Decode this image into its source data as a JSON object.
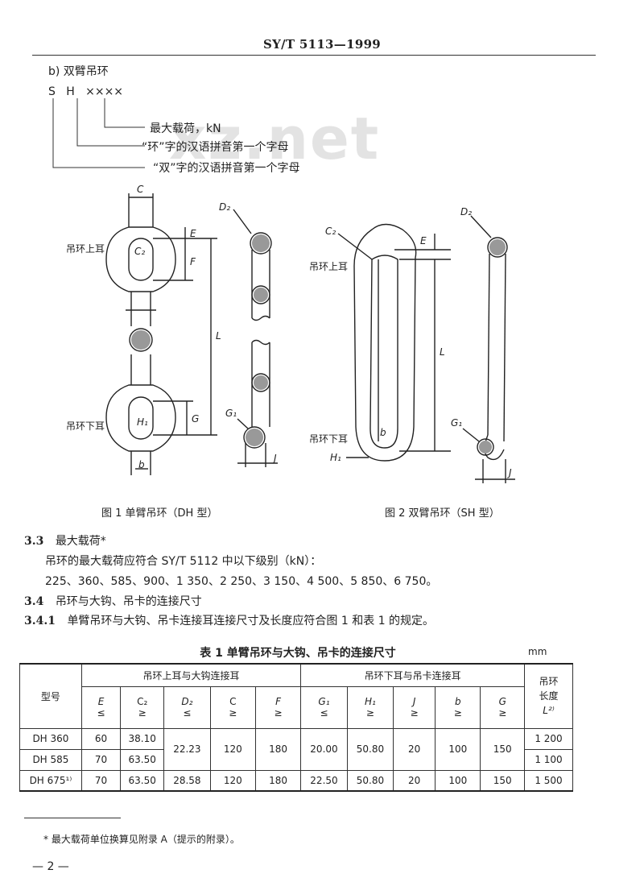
{
  "header": "SY/T 5113—1999",
  "watermark": "xz.net",
  "section_b": {
    "title": "b) 双臂吊环",
    "code": "S   H   ××××",
    "legend": [
      "最大载荷，kN",
      "“环”字的汉语拼音第一个字母",
      "“双”字的汉语拼音第一个字母"
    ]
  },
  "fig1": {
    "caption": "图 1   单臂吊环（DH 型）",
    "labels": {
      "upper": "吊环上耳",
      "lower": "吊环下耳",
      "c": "C",
      "E": "E",
      "F": "F",
      "C2": "C₂",
      "L": "L",
      "G": "G",
      "H1": "H₁",
      "b": "b",
      "D2": "D₂",
      "G1": "G₁",
      "J": "J"
    }
  },
  "fig2": {
    "caption": "图 2   双臂吊环（SH 型）",
    "labels": {
      "C2": "C₂",
      "upper": "吊环上耳",
      "E": "E",
      "L": "L",
      "lower": "吊环下耳",
      "b": "b",
      "H1": "H₁",
      "D2": "D₂",
      "G1": "G₁",
      "J": "J"
    }
  },
  "s33": {
    "num": "3.3",
    "title": "最大载荷*",
    "line1": "吊环的最大载荷应符合 SY/T 5112 中以下级别（kN）：",
    "line2": "225、360、585、900、1 350、2 250、3 150、4 500、5 850、6 750。"
  },
  "s34": {
    "num": "3.4",
    "title": "吊环与大钩、吊卡的连接尺寸"
  },
  "s341": {
    "num": "3.4.1",
    "text": "单臂吊环与大钩、吊卡连接耳连接尺寸及长度应符合图 1 和表 1 的规定。"
  },
  "table": {
    "title": "表 1   单臂吊环与大钩、吊卡的连接尺寸",
    "unit": "mm",
    "col_model": "型号",
    "group1": "吊环上耳与大钩连接耳",
    "group2": "吊环下耳与吊卡连接耳",
    "col_length": [
      "吊环",
      "长度",
      "L²⁾"
    ],
    "cols": [
      {
        "name": "E",
        "op": "≤"
      },
      {
        "name": "C₂",
        "op": "≥"
      },
      {
        "name": "D₂",
        "op": "≤"
      },
      {
        "name": "C",
        "op": "≥"
      },
      {
        "name": "F",
        "op": "≥"
      },
      {
        "name": "G₁",
        "op": "≤"
      },
      {
        "name": "H₁",
        "op": "≥"
      },
      {
        "name": "J",
        "op": "≥"
      },
      {
        "name": "b",
        "op": "≥"
      },
      {
        "name": "G",
        "op": "≥"
      }
    ],
    "rows": [
      {
        "model": "DH 360",
        "E": "60",
        "C2": "38.10",
        "L": "1 200"
      },
      {
        "model": "DH 585",
        "E": "70",
        "C2": "63.50",
        "L": "1 100"
      },
      {
        "shared": {
          "D2": "22.23",
          "C": "120",
          "F": "180",
          "G1": "20.00",
          "H1": "50.80",
          "J": "20",
          "b": "100",
          "G": "150"
        }
      },
      {
        "model": "DH 675¹⁾",
        "E": "70",
        "C2": "63.50",
        "D2": "28.58",
        "C": "120",
        "F": "180",
        "G1": "22.50",
        "H1": "50.80",
        "J": "20",
        "b": "100",
        "G": "150",
        "L": "1 500"
      }
    ]
  },
  "footnote": "* 最大载荷单位换算见附录 A（提示的附录）。",
  "page_number": "— 2 —"
}
